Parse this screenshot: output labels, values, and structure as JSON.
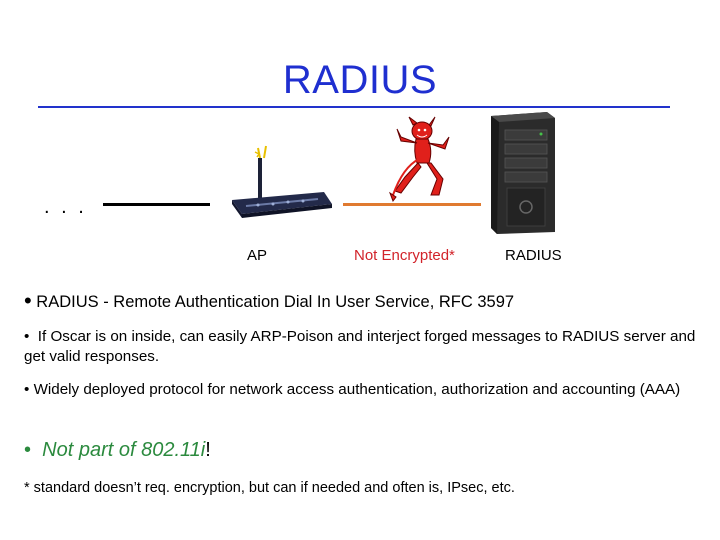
{
  "slide": {
    "title": "RADIUS",
    "diagram": {
      "dots": ". . .",
      "ap_label": "AP",
      "link_label": "Not Encrypted*",
      "server_label": "RADIUS"
    },
    "bullets": [
      {
        "marker": "•",
        "text": "RADIUS - Remote Authentication Dial In User Service, RFC 3597"
      },
      {
        "marker": "•",
        "text": "If Oscar is on inside, can easily ARP-Poison and interject forged messages to RADIUS server and get valid responses."
      },
      {
        "marker": "•",
        "text": "Widely deployed protocol for network access authentication, authorization and accounting (AAA)"
      },
      {
        "marker": "•",
        "text": "Not part of 802.11i",
        "suffix": "!"
      }
    ],
    "footnote": "* standard doesn’t req. encryption, but can if needed and often is, IPsec, etc."
  },
  "colors": {
    "title": "#1f2fd0",
    "accent_line": "#e07a30",
    "not_encrypted": "#d2232a",
    "highlight_bullet": "#2b8a3e"
  },
  "icons": [
    "wireless-access-point-icon",
    "devil-attacker-icon",
    "server-tower-icon"
  ]
}
